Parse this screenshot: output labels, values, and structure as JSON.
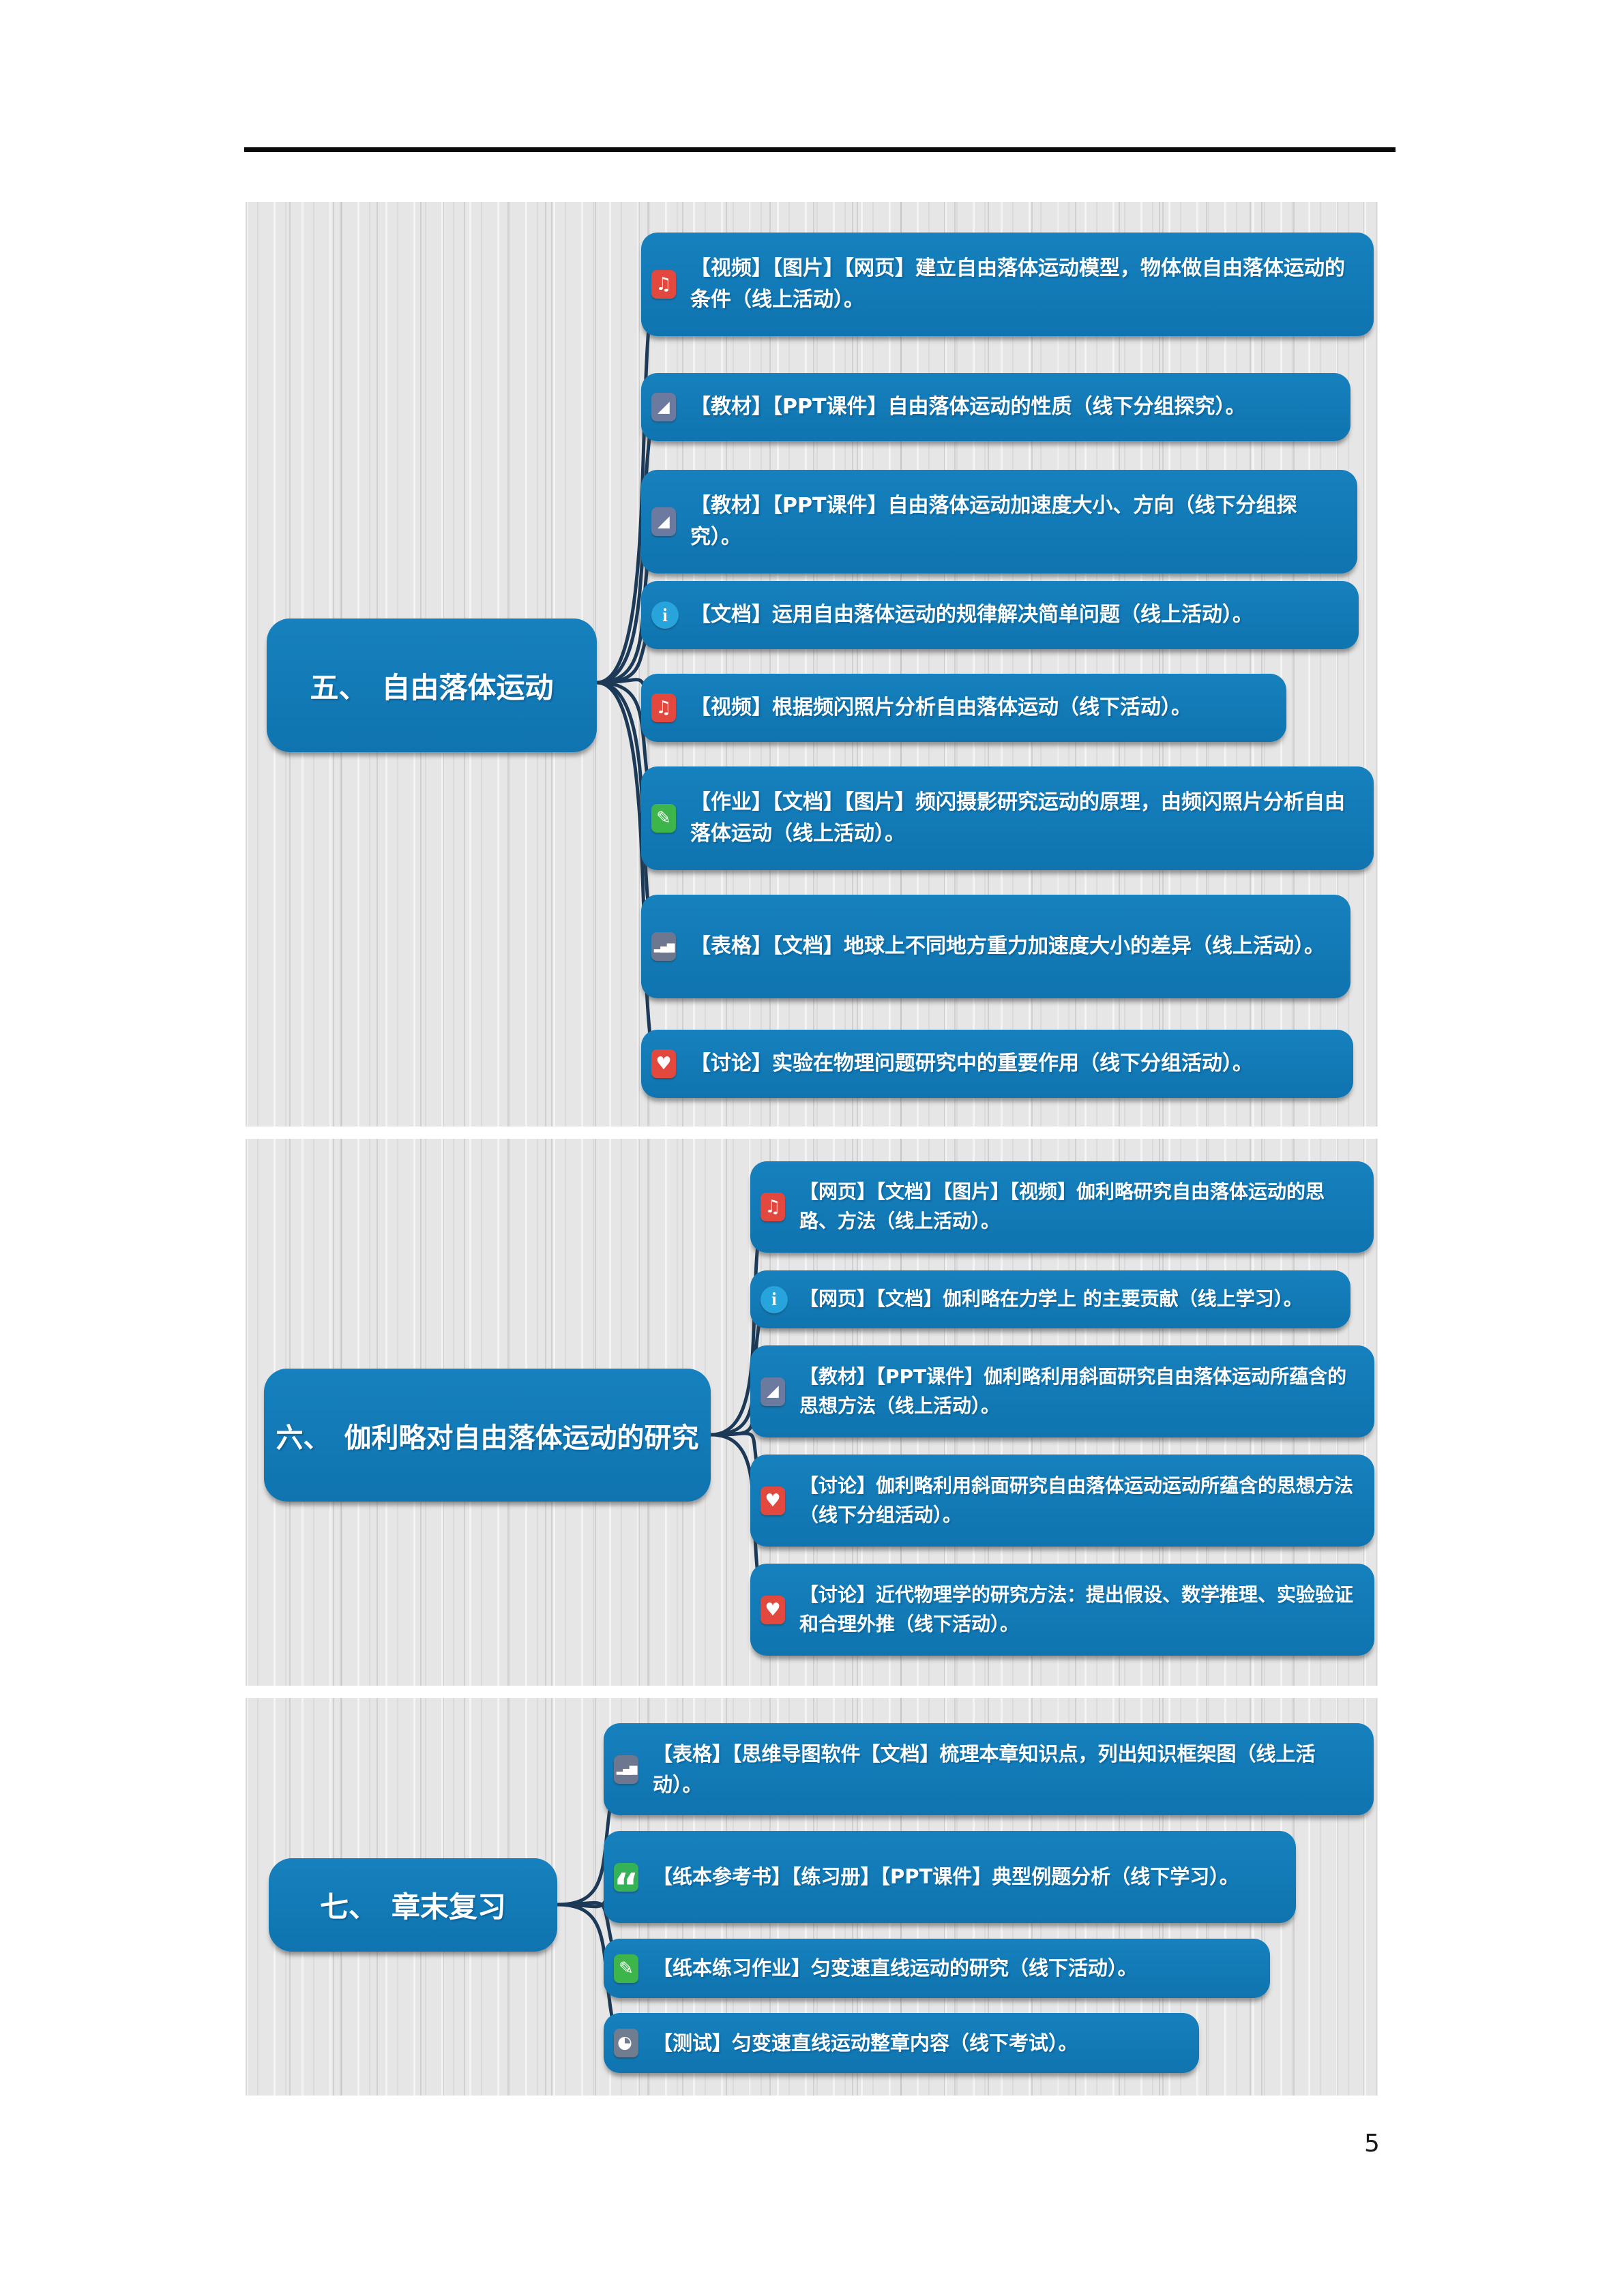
{
  "page": {
    "number": "5"
  },
  "colors": {
    "node_blue": "#1478b5",
    "connector_navy": "#1c3a57",
    "icon_red": "#e2483d",
    "icon_slate_blue": "#6b7a9e",
    "icon_slate_gray": "#6d7890",
    "icon_light_blue": "#28a4dc",
    "icon_green": "#3eb54b",
    "icon_quote_green": "#35b257",
    "panel_wood_gray": "#e6e6e6"
  },
  "icons": {
    "music": "♫",
    "chart": "◢",
    "info": "i",
    "pencil": "✎",
    "bars": "▂▄▆",
    "heart": "♥",
    "quote": "“",
    "pie": "◕"
  },
  "panels": [
    {
      "root": "五、　自由落体运动",
      "items": [
        {
          "icon": "music",
          "label": "【视频】【图片】【网页】建立自由落体运动模型，物体做自由落体运动的条件（线上活动）。"
        },
        {
          "icon": "chart",
          "label": "【教材】【PPT课件】自由落体运动的性质（线下分组探究）。"
        },
        {
          "icon": "chart",
          "label": "【教材】【PPT课件】自由落体运动加速度大小、方向（线下分组探究）。"
        },
        {
          "icon": "info",
          "label": "【文档】运用自由落体运动的规律解决简单问题（线上活动）。"
        },
        {
          "icon": "music",
          "label": "【视频】根据频闪照片分析自由落体运动（线下活动）。"
        },
        {
          "icon": "pencil",
          "label": "【作业】【文档】【图片】频闪摄影研究运动的原理，由频闪照片分析自由落体运动（线上活动）。"
        },
        {
          "icon": "bars",
          "label": "【表格】【文档】地球上不同地方重力加速度大小的差异（线上活动）。"
        },
        {
          "icon": "heart",
          "label": "【讨论】实验在物理问题研究中的重要作用（线下分组活动）。"
        }
      ]
    },
    {
      "root": "六、　伽利略对自由落体运动的研究",
      "items": [
        {
          "icon": "music",
          "label": "【网页】【文档】【图片】【视频】伽利略研究自由落体运动的思路、方法（线上活动）。"
        },
        {
          "icon": "info",
          "label": "【网页】【文档】伽利略在力学上 的主要贡献（线上学习）。"
        },
        {
          "icon": "chart",
          "label": "【教材】【PPT课件】伽利略利用斜面研究自由落体运动所蕴含的思想方法（线上活动）。"
        },
        {
          "icon": "heart",
          "label": "【讨论】伽利略利用斜面研究自由落体运动运动所蕴含的思想方法（线下分组活动）。"
        },
        {
          "icon": "heart",
          "label": "【讨论】近代物理学的研究方法：提出假设、数学推理、实验验证和合理外推（线下活动）。"
        }
      ]
    },
    {
      "root": "七、　章末复习",
      "items": [
        {
          "icon": "bars",
          "label": "【表格】【思维导图软件【文档】梳理本章知识点，列出知识框架图（线上活动）。"
        },
        {
          "icon": "quote",
          "label": "【纸本参考书】【练习册】【PPT课件】典型例题分析（线下学习）。"
        },
        {
          "icon": "pencil",
          "label": "【纸本练习作业】匀变速直线运动的研究（线下活动）。"
        },
        {
          "icon": "pie",
          "label": "【测试】匀变速直线运动整章内容（线下考试）。"
        }
      ]
    }
  ]
}
